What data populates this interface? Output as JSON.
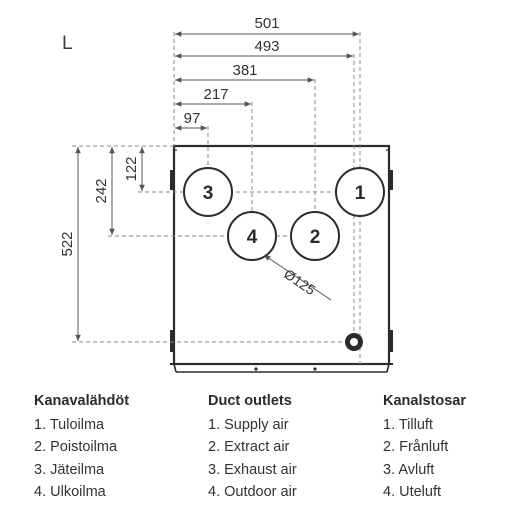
{
  "side_label": "L",
  "dimensions": {
    "d501": "501",
    "d493": "493",
    "d381": "381",
    "d217": "217",
    "d97": "97",
    "d122": "122",
    "d242": "242",
    "d522": "522",
    "diameter": "Ø125"
  },
  "outlets": [
    "1",
    "2",
    "3",
    "4"
  ],
  "legends": [
    {
      "title": "Kanavalähdöt",
      "items": [
        "1. Tuloilma",
        "2. Poistoilma",
        "3. Jäteilma",
        "4. Ulkoilma"
      ]
    },
    {
      "title": "Duct outlets",
      "items": [
        "1. Supply air",
        "2. Extract air",
        "3. Exhaust air",
        "4. Outdoor air"
      ]
    },
    {
      "title": "Kanalstosar",
      "items": [
        "1. Tilluft",
        "2. Frånluft",
        "3. Avluft",
        "4. Uteluft"
      ]
    }
  ],
  "colors": {
    "line": "#2b2b2b",
    "dimension_line": "#666666",
    "dashed": "#888888",
    "background": "#ffffff"
  }
}
